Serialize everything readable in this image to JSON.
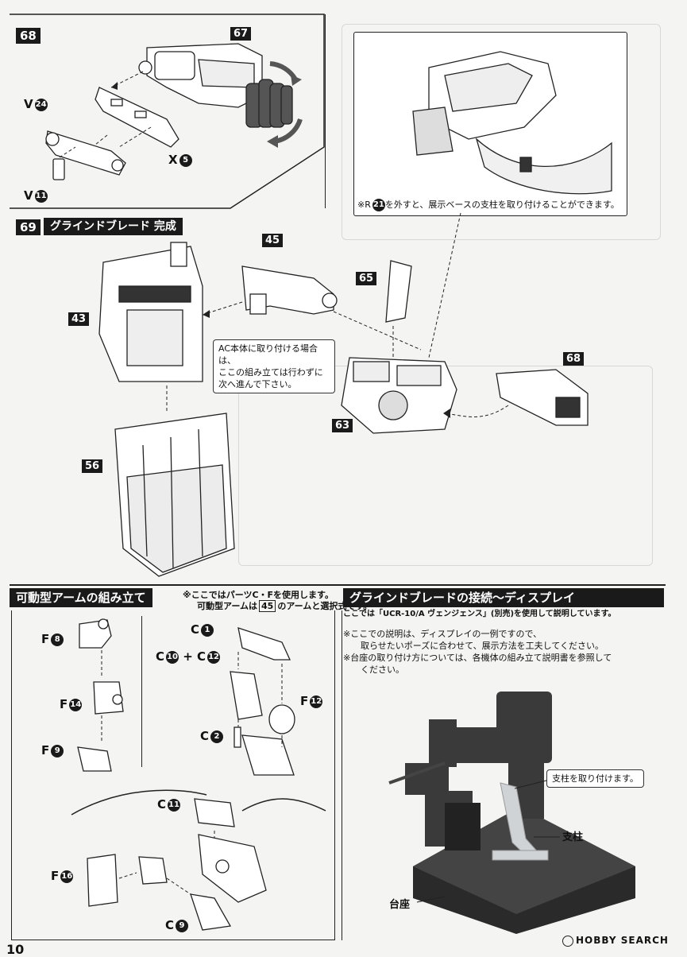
{
  "step68": {
    "num": "68",
    "parts": [
      {
        "id": "67",
        "kind": "box"
      },
      {
        "letter": "V",
        "num": "24"
      },
      {
        "letter": "X",
        "num": "5"
      },
      {
        "letter": "V",
        "num": "11"
      }
    ]
  },
  "step69": {
    "num": "69",
    "title": "グラインドブレード 完成",
    "parts": [
      "45",
      "65",
      "43",
      "68",
      "63",
      "56"
    ],
    "callout_lines": [
      "AC本体に取り付ける場合は、",
      "ここの組み立ては行わずに",
      "次へ進んで下さい。"
    ],
    "note": {
      "prefix": "※R",
      "num": "21",
      "text": "を外すと、展示ベースの支柱を取り付けることができます。"
    }
  },
  "arm_section": {
    "title": "可動型アームの組み立て",
    "note_line1": "※ここではパーツC・Fを使用します。",
    "note_line2_a": "可動型アームは",
    "note_line2_box": "45",
    "note_line2_b": "のアームと選択式です。",
    "labels": [
      {
        "letter": "F",
        "num": "8"
      },
      {
        "letter": "F",
        "num": "14"
      },
      {
        "letter": "F",
        "num": "9"
      },
      {
        "letter": "C",
        "num": "1"
      },
      {
        "letter": "C",
        "num": "10",
        "plus": "+ C",
        "num2": "12"
      },
      {
        "letter": "F",
        "num": "12"
      },
      {
        "letter": "C",
        "num": "2"
      },
      {
        "letter": "C",
        "num": "11"
      },
      {
        "letter": "F",
        "num": "16"
      },
      {
        "letter": "C",
        "num": "9"
      }
    ]
  },
  "display_section": {
    "title": "グラインドブレードの接続～ディスプレイ",
    "subtitle": "ここでは「UCR-10/A ヴェンジェンス」(別売)を使用して説明しています。",
    "notes": [
      "※ここでの説明は、ディスプレイの一例ですので、",
      "取らせたいポーズに合わせて、展示方法を工夫してください。",
      "※台座の取り付け方については、各機体の組み立て説明書を参照して",
      "ください。"
    ],
    "callout": "支柱を取り付けます。",
    "label_pillar": "支柱",
    "label_base": "台座"
  },
  "footer": {
    "page": "10",
    "watermark": "HOBBY SEARCH"
  },
  "colors": {
    "ink": "#1a1a1a",
    "paper": "#f4f4f2",
    "ghost": "#d8d8d8",
    "arrow_gray": "#555555"
  }
}
